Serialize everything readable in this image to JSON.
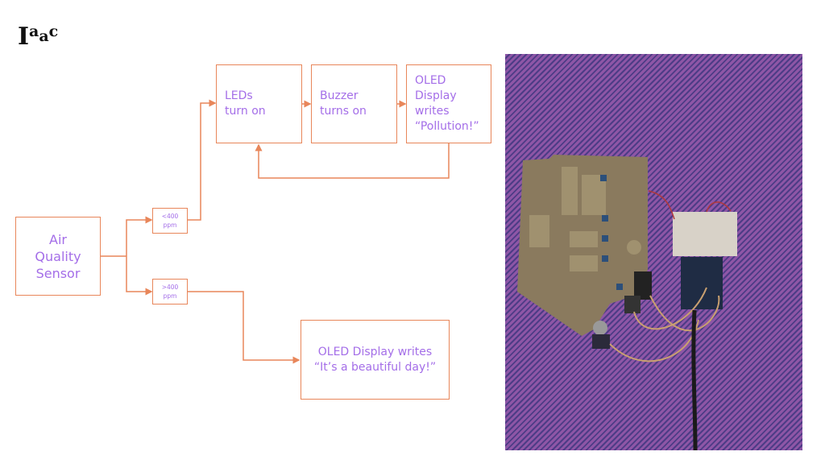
{
  "logo": {
    "big": "I",
    "a1": "a",
    "a2": "a",
    "c": "c"
  },
  "diagram": {
    "sensor": [
      "Air",
      "Quality",
      "Sensor"
    ],
    "cond_low": [
      "<400",
      "ppm"
    ],
    "cond_high": [
      ">400",
      "ppm"
    ],
    "leds": [
      "LEDs",
      "turn on"
    ],
    "buzzer": [
      "Buzzer",
      "turns on"
    ],
    "oled_pollution": [
      "OLED",
      "Display",
      "writes",
      "“Pollution!”"
    ],
    "oled_good": [
      "OLED Display writes",
      "“It’s a beautiful day!”"
    ],
    "colors": {
      "line": "#e8865a",
      "text": "#a46ee8"
    }
  },
  "photo": {
    "description": "Cardboard model with breadboard, microcontroller and sensors on purple background"
  }
}
